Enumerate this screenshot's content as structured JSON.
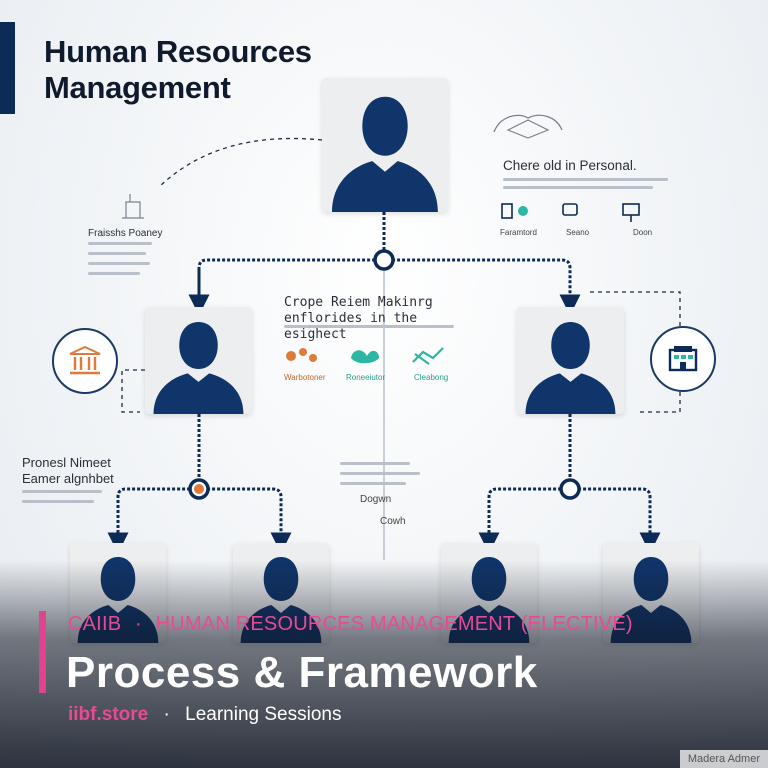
{
  "title": {
    "line1": "Human Resources",
    "line2": "Management"
  },
  "notes": {
    "top_right": "Chere old in Personal.",
    "left_upper": "Fraisshs Poaney",
    "center": "Crope Reiem Makinrg enflorides in the esighect",
    "left_lower": "Pronesl Nimeet Eamer algnhbet",
    "center_small_1": "Dogwn",
    "center_small_2": "Cowh",
    "corner": "Madera Admer"
  },
  "icon_labels": {
    "top_right": [
      "Faramtord",
      "Seano",
      "Doon"
    ],
    "center": [
      "Warbotoner",
      "Roneeiutor",
      "Cleabong"
    ]
  },
  "colors": {
    "navy": "#0d2b57",
    "accent_orange": "#e07a3a",
    "accent_teal": "#2bb7a3",
    "pink": "#e0448e"
  },
  "overlay": {
    "kicker_part1": "CAIIB",
    "separator": "·",
    "kicker_part2": "HUMAN RESOURCES MANAGEMENT (ELECTIVE)",
    "headline": "Process & Framework",
    "site": "iibf.store",
    "footer_separator": "·",
    "session": "Learning Sessions"
  }
}
